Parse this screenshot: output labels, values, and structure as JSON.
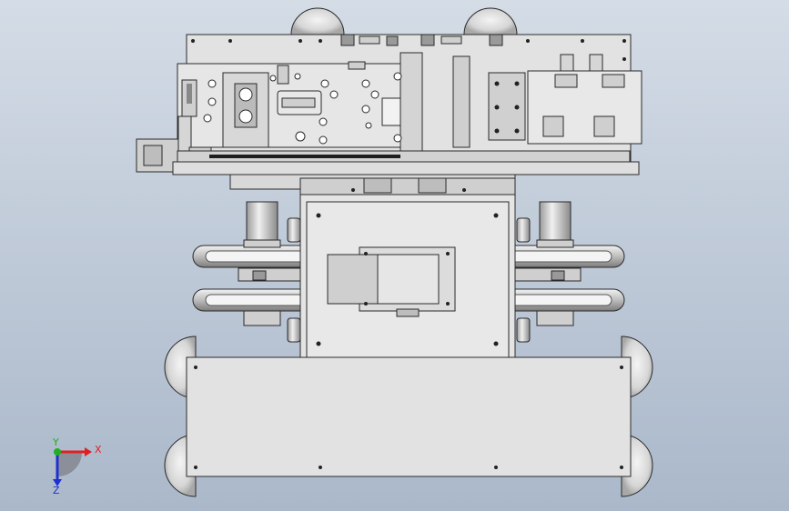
{
  "viewport": {
    "background_top": "#d4dce6",
    "background_bottom": "#aab8ca"
  },
  "model": {
    "part_fill": "#e0e0e0",
    "part_fill_dark": "#c8c8c8",
    "edge_color": "#2a2a2a"
  },
  "triad": {
    "x_label": "X",
    "y_label": "Y",
    "z_label": "Z",
    "x_color": "#e02020",
    "y_color": "#20b020",
    "z_color": "#2030d0"
  }
}
